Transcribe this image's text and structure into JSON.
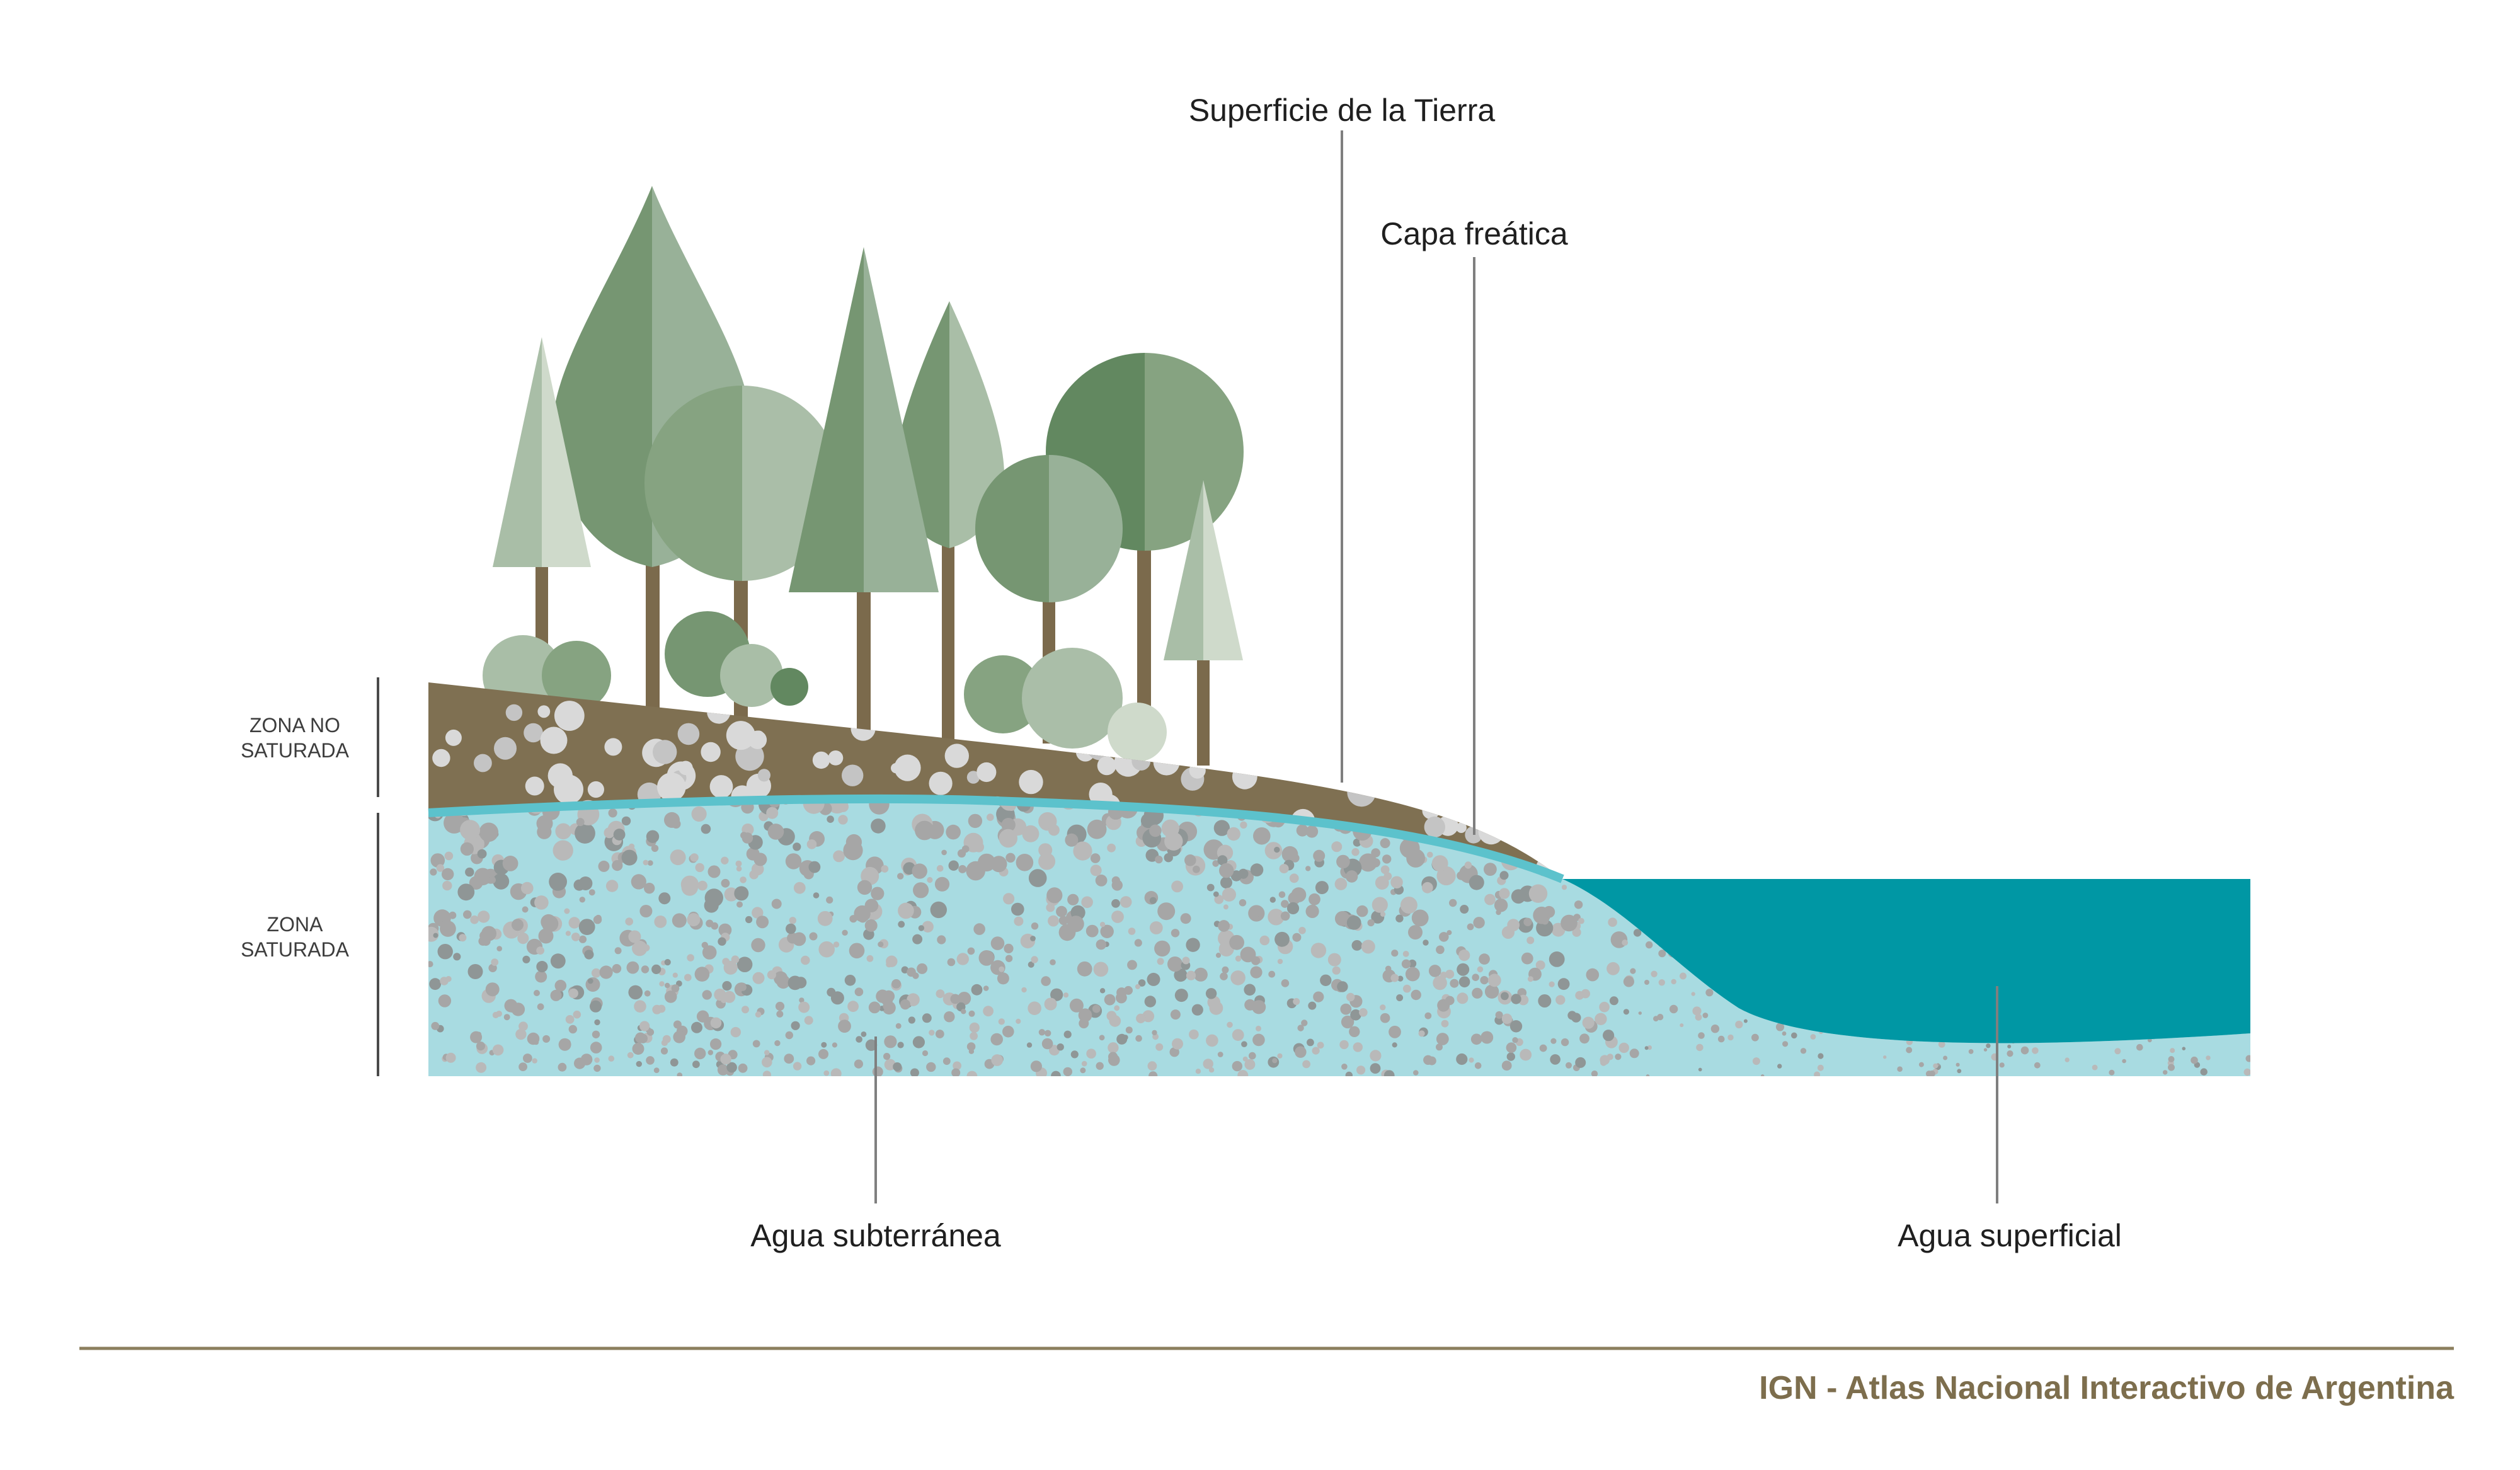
{
  "labels": {
    "surface": "Superficie de la Tierra",
    "water_table": "Capa freática",
    "groundwater": "Agua subterránea",
    "surface_water": "Agua superficial"
  },
  "zones": {
    "unsaturated_line1": "ZONA NO",
    "unsaturated_line2": "SATURADA",
    "saturated_line1": "ZONA",
    "saturated_line2": "SATURADA"
  },
  "footer": {
    "credit": "IGN - Atlas Nacional Interactivo de Argentina"
  },
  "colors": {
    "soil": "#7f7052",
    "saturated": "#a8dbe1",
    "water_table_line": "#5cc2cc",
    "surface_water": "#0097a4",
    "pebble_light": "#d9d9d9",
    "pebble_gray": "#a6a6a6",
    "leader_line": "#7f7f7f",
    "footer_rule": "#8c7f5e",
    "footer_text": "#7d6e4d",
    "trunk": "#7b6a4c"
  },
  "icons": [
    "conifer-tree-icon",
    "deciduous-tree-icon",
    "shrub-icon",
    "pebble-icon"
  ]
}
